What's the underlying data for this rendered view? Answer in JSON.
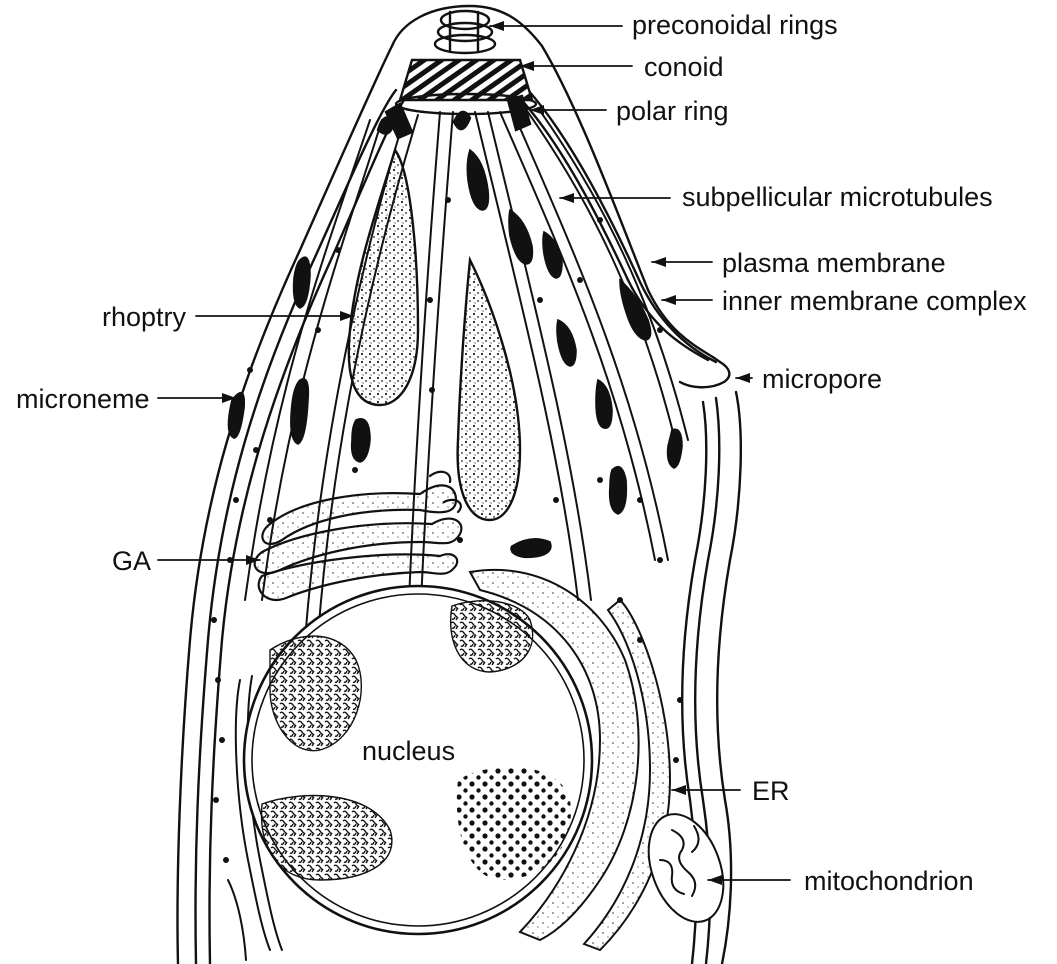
{
  "labels": {
    "preconoidal_rings": "preconoidal rings",
    "conoid": "conoid",
    "polar_ring": "polar ring",
    "subpellicular_microtubules": "subpellicular microtubules",
    "plasma_membrane": "plasma membrane",
    "inner_membrane_complex": "inner membrane complex",
    "micropore": "micropore",
    "rhoptry": "rhoptry",
    "microneme": "microneme",
    "ga": "GA",
    "nucleus": "nucleus",
    "er": "ER",
    "mitochondrion": "mitochondrion"
  }
}
